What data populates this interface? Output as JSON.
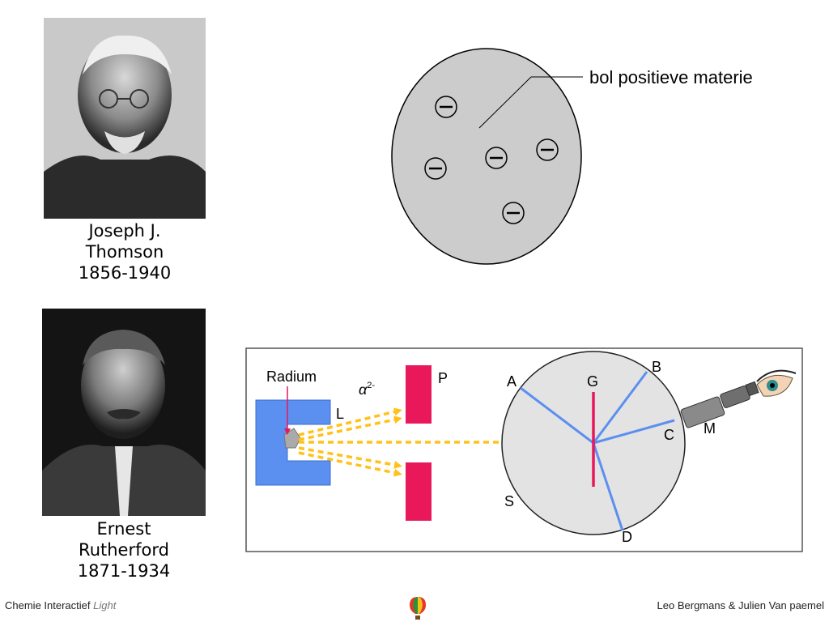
{
  "thomson": {
    "name_line1": "Joseph J.",
    "name_line2": "Thomson",
    "years": "1856-1940"
  },
  "rutherford": {
    "name_line1": "Ernest",
    "name_line2": "Rutherford",
    "years": "1871-1934"
  },
  "plum_pudding": {
    "label": "bol positieve materie",
    "electron_symbol": "−",
    "fill_color": "#cccccc"
  },
  "experiment": {
    "source_label": "Radium",
    "particle_label": "α",
    "particle_charge": "2-",
    "lead_label": "L",
    "plate_label": "P",
    "foil_label": "G",
    "screen_label": "S",
    "point_a": "A",
    "point_b": "B",
    "point_c": "C",
    "point_d": "D",
    "microscope_label": "M",
    "lead_color": "#5b8ff0",
    "plate_color": "#e8185a",
    "beam_color": "#ffc21a",
    "ray_color": "#5b8ff0"
  },
  "footer": {
    "left_main": "Chemie Interactief",
    "left_light": "Light",
    "right": "Leo Bergmans & Julien Van paemel"
  }
}
